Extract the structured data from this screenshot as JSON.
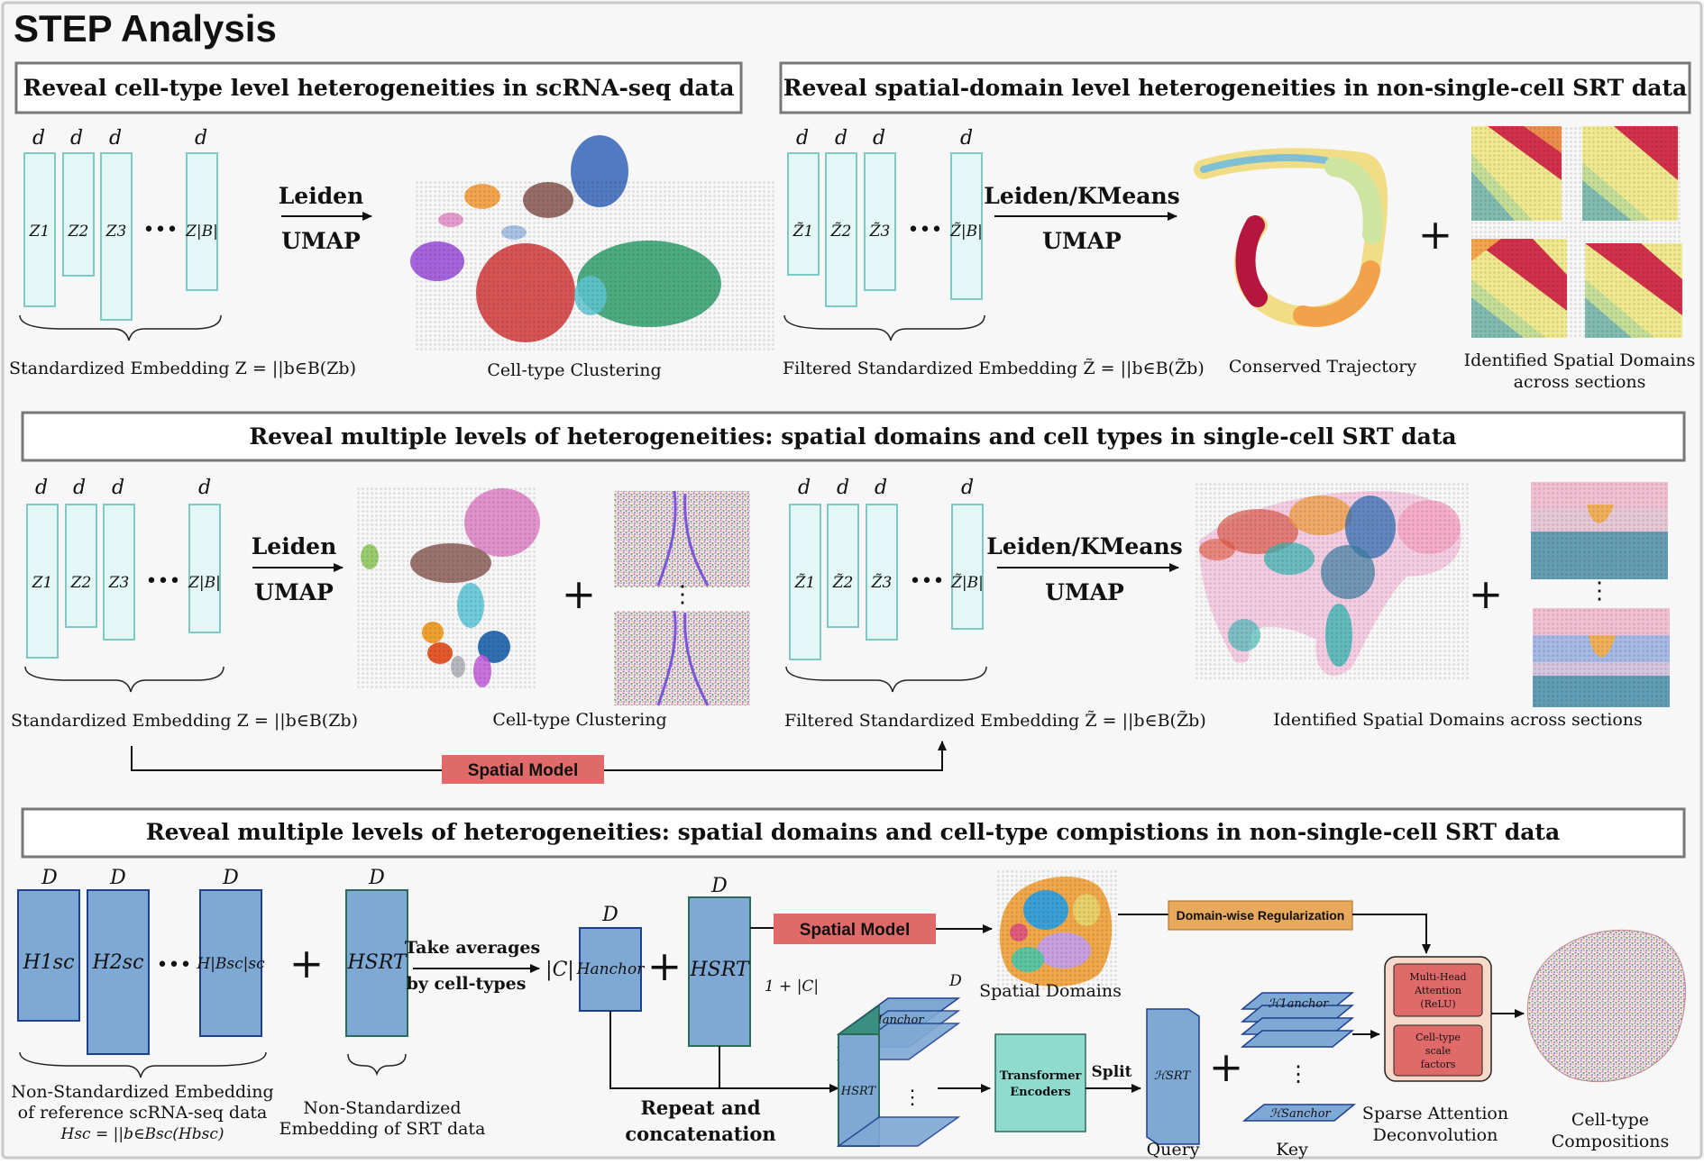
{
  "title": "STEP Analysis",
  "colors": {
    "title": "#9f9ef1",
    "embedding_fill": "#e3f7f6",
    "embedding_stroke": "#7fc9c4",
    "block_fill": "#7ea9d4",
    "block_stroke_dark": "#1f3f8f",
    "block_stroke_green": "#2a6b5a",
    "spatial_model": "#e06a6a",
    "domain_reg": "#e8a95c",
    "transformer": "#8fdccf",
    "attention": "#f6d9c9"
  },
  "sections": {
    "s1": {
      "title": "Reveal cell-type level heterogeneities in scRNA-seq data",
      "dims": [
        "d",
        "d",
        "d",
        "d"
      ],
      "z_labels": [
        "Z1",
        "Z2",
        "Z3",
        "Z|B|"
      ],
      "ellipsis": "•••",
      "op_top": "Leiden",
      "op_bottom": "UMAP",
      "caption_embedding": "Standardized Embedding Z = ||b∈B(Zb)",
      "caption_result": "Cell-type Clustering"
    },
    "s2": {
      "title": "Reveal spatial-domain level heterogeneities in non-single-cell SRT data",
      "dims": [
        "d",
        "d",
        "d",
        "d"
      ],
      "z_labels": [
        "Z̃1",
        "Z̃2",
        "Z̃3",
        "Z̃|B|"
      ],
      "ellipsis": "•••",
      "op_top": "Leiden/KMeans",
      "op_bottom": "UMAP",
      "plus": "+",
      "caption_embedding": "Filtered Standardized Embedding Z̃ = ||b∈B(Z̃b)",
      "caption_trajectory": "Conserved Trajectory",
      "caption_domains_1": "Identified Spatial Domains",
      "caption_domains_2": "across sections"
    },
    "s3": {
      "title": "Reveal multiple levels of heterogeneities: spatial domains and cell types in single-cell SRT data",
      "op_top_left": "Leiden",
      "op_bottom_left": "UMAP",
      "op_top_right": "Leiden/KMeans",
      "op_bottom_right": "UMAP",
      "plus": "+",
      "vdots": "⋮",
      "caption_embedding_left": "Standardized Embedding Z = ||b∈B(Zb)",
      "caption_clustering": "Cell-type Clustering",
      "caption_embedding_right": "Filtered Standardized Embedding Z̃ = ||b∈B(Z̃b)",
      "caption_domains": "Identified Spatial Domains across sections",
      "spatial_model": "Spatial Model"
    },
    "s4": {
      "title": "Reveal multiple levels of heterogeneities: spatial domains and cell-type compistions in non-single-cell SRT data",
      "dim": "D",
      "h_labels": [
        "H1sc",
        "H2sc",
        "H|Bsc|sc"
      ],
      "h_srt": "HSRT",
      "h_anchor": "Hanchor",
      "cardinality": "|C|",
      "one_plus_c": "1 + |C|",
      "take_averages_1": "Take averages",
      "take_averages_2": "by cell-types",
      "repeat_1": "Repeat and",
      "repeat_2": "concatenation",
      "spatial_model": "Spatial Model",
      "spatial_domains": "Spatial Domains",
      "domain_reg": "Domain-wise Regularization",
      "transformer_1": "Transformer",
      "transformer_2": "Encoders",
      "split": "Split",
      "query": "Query",
      "key": "Key",
      "h_anchor_1": "ℋ1anchor",
      "h_anchor_s": "ℋSanchor",
      "h_srt_script": "ℋSRT",
      "mha_1": "Multi-Head",
      "mha_2": "Attention",
      "mha_3": "(ReLU)",
      "scale_1": "Cell-type",
      "scale_2": "scale",
      "scale_3": "factors",
      "sparse_1": "Sparse Attention",
      "sparse_2": "Deconvolution",
      "celltype_1": "Cell-type",
      "celltype_2": "Compositions",
      "caption_sc_1": "Non-Standardized Embedding",
      "caption_sc_2": "of reference scRNA-seq data",
      "caption_sc_3": "Hsc = ||b∈Bsc(Hbsc)",
      "caption_srt_1": "Non-Standardized",
      "caption_srt_2": "Embedding of SRT data"
    }
  }
}
